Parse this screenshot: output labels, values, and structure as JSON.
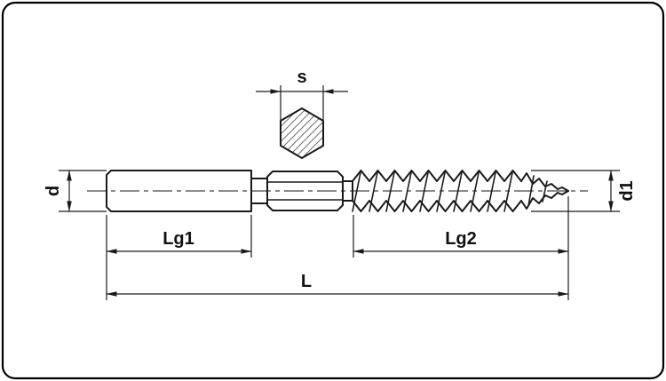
{
  "drawing": {
    "subject": "hanger-bolt technical drawing with hex drive section",
    "background_color": "#ffffff",
    "line_color": "#1a1a1a",
    "dimensions": {
      "hex_width_across_flats": "s",
      "shank_diameter": "d",
      "wood_thread_diameter": "d1",
      "machine_thread_length": "Lg1",
      "wood_thread_length": "Lg2",
      "total_length": "L"
    }
  }
}
